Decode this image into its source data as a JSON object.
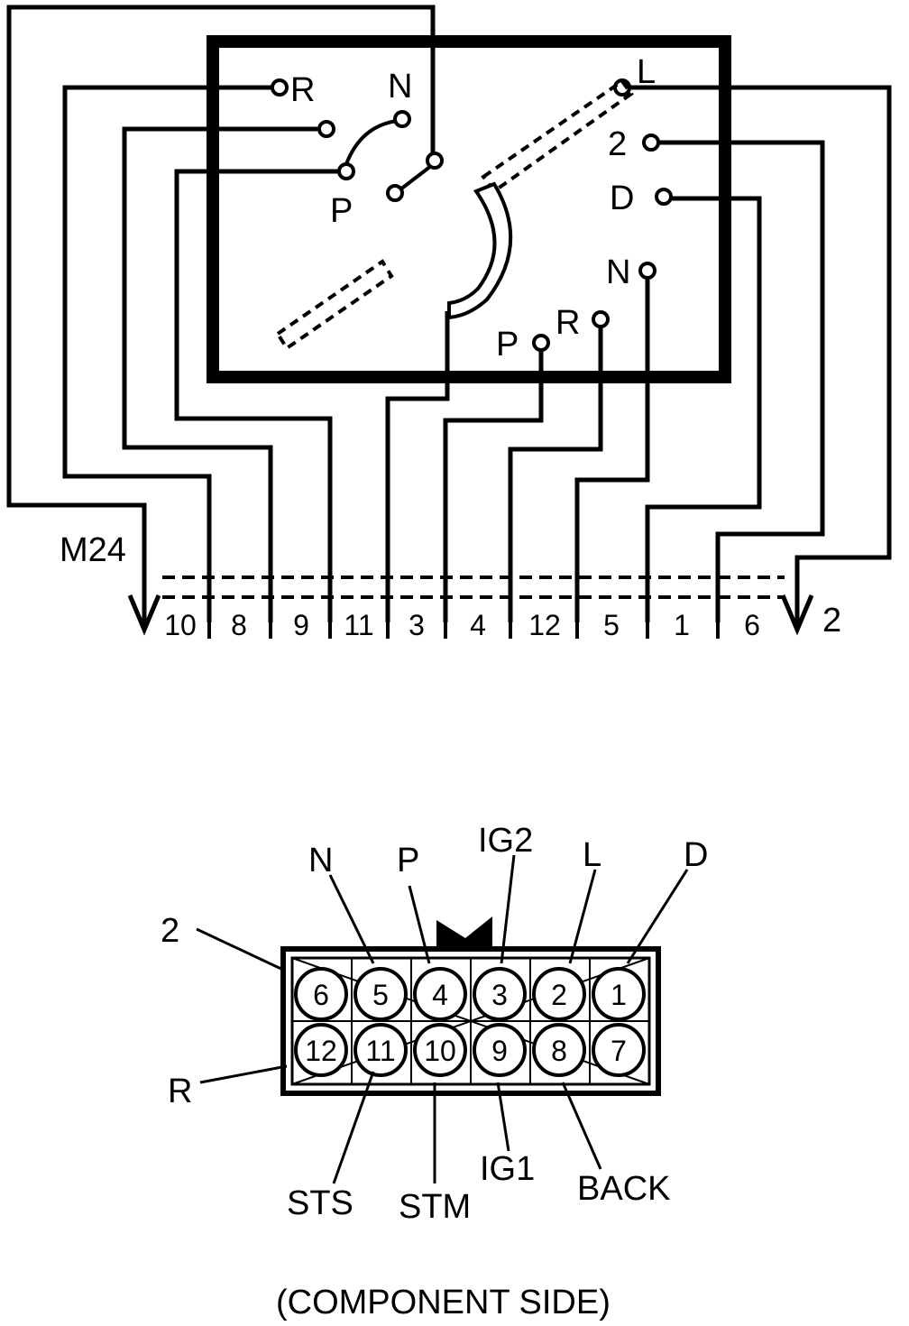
{
  "switch_diagram": {
    "inner_labels": {
      "r_top": "R",
      "n_top": "N",
      "p_left": "P",
      "l_right": "L",
      "two_right": "2",
      "d_right": "D",
      "n_right": "N",
      "r_bottom": "R",
      "p_bottom": "P"
    },
    "connector_left_label": "M24",
    "connector_right_label": "2",
    "pin_numbers": [
      "10",
      "8",
      "9",
      "11",
      "3",
      "4",
      "12",
      "5",
      "1",
      "6"
    ]
  },
  "connector_view": {
    "top_labels": {
      "two": "2",
      "n": "N",
      "p": "P",
      "ig2": "IG2",
      "l": "L",
      "d": "D"
    },
    "side_label_r": "R",
    "bottom_labels": {
      "sts": "STS",
      "stm": "STM",
      "ig1": "IG1",
      "back": "BACK"
    },
    "row_top": [
      "6",
      "5",
      "4",
      "3",
      "2",
      "1"
    ],
    "row_bottom": [
      "12",
      "11",
      "10",
      "9",
      "8",
      "7"
    ],
    "caption": "(COMPONENT SIDE)"
  }
}
